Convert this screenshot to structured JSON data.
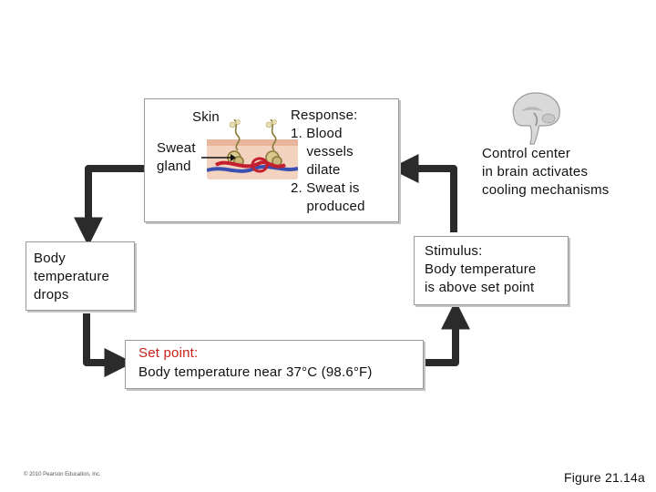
{
  "response_box": {
    "skin_label": "Skin",
    "sweat_gland_label": "Sweat\ngland",
    "response_text": "Response:\n1. Blood\n    vessels\n    dilate\n2. Sweat is\n    produced"
  },
  "control_center": {
    "text": "Control center\nin brain activates\ncooling mechanisms"
  },
  "stimulus_box": {
    "text": "Stimulus:\nBody temperature\nis above set point"
  },
  "body_temp_box": {
    "text": "Body\ntemperature\ndrops"
  },
  "set_point_box": {
    "title": "Set point:",
    "text": "Body temperature near 37°C (98.6°F)"
  },
  "footer": {
    "copyright": "© 2010 Pearson Education, Inc.",
    "figure_label": "Figure 21.14a"
  },
  "colors": {
    "arrow": "#2b2b2b",
    "set_point_title": "#c8221b",
    "box_border": "#9a9a9a"
  }
}
